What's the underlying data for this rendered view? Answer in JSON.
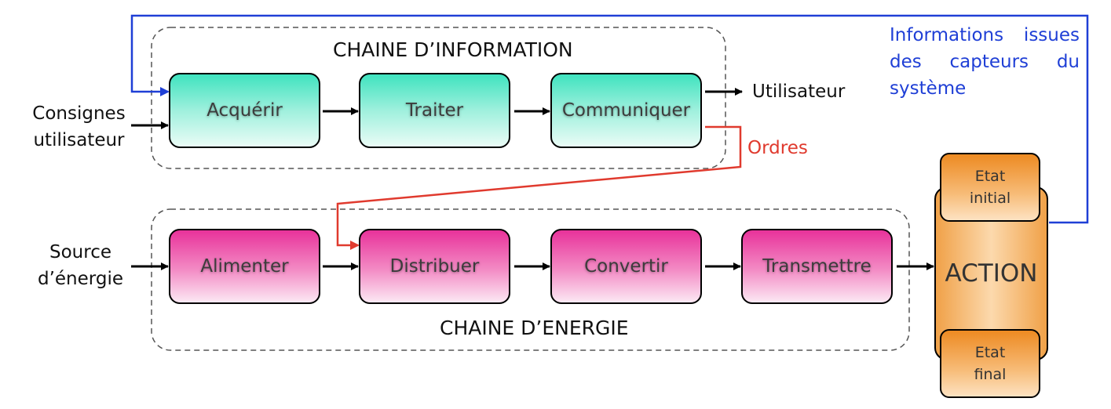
{
  "information_chain": {
    "title": "CHAINE  D’INFORMATION",
    "input_label_line1": "Consignes",
    "input_label_line2": "utilisateur",
    "blocks": [
      "Acquérir",
      "Traiter",
      "Communiquer"
    ],
    "output_label": "Utilisateur",
    "color": "#3fe3bf"
  },
  "energy_chain": {
    "title": "CHAINE  D’ENERGIE",
    "input_label_line1": "Source",
    "input_label_line2": "d’énergie",
    "blocks": [
      "Alimenter",
      "Distribuer",
      "Convertir",
      "Transmettre"
    ],
    "color": "#e8329a"
  },
  "orders_label": "Ordres",
  "orders_color": "#e03a2e",
  "feedback": {
    "label": "Informations issues des capteurs du système",
    "color": "#1f3fd6"
  },
  "action": {
    "label": "ACTION",
    "initial_state_line1": "Etat",
    "initial_state_line2": "initial",
    "final_state_line1": "Etat",
    "final_state_line2": "final",
    "color": "#f0a148"
  }
}
